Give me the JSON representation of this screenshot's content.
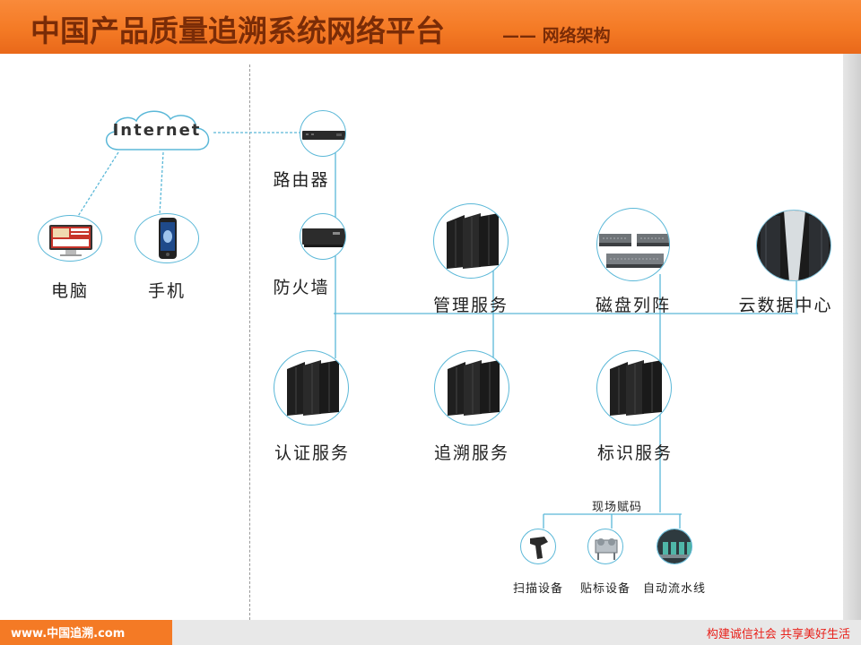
{
  "header": {
    "title": "中国产品质量追溯系统网络平台",
    "subtitle": "—— 网络架构"
  },
  "footer": {
    "left_text": "www.中国追溯.com",
    "right_text": "构建诚信社会  共享美好生活"
  },
  "diagram": {
    "cloud": "Internet",
    "client_computer": "电脑",
    "client_phone": "手机",
    "router": "路由器",
    "firewall": "防火墙",
    "management_service": "管理服务",
    "disk_array": "磁盘列阵",
    "cloud_datacenter": "云数据中心",
    "auth_service": "认证服务",
    "trace_service": "追溯服务",
    "id_service": "标识服务",
    "onsite_coding": "现场赋码",
    "scanner_device": "扫描设备",
    "labeling_device": "贴标设备",
    "assembly_line": "自动流水线"
  },
  "colors": {
    "header_orange": "#f47a25",
    "title_brown": "#7a2c07",
    "connector_blue": "#5bb8d8",
    "footer_red": "#e8201a"
  }
}
